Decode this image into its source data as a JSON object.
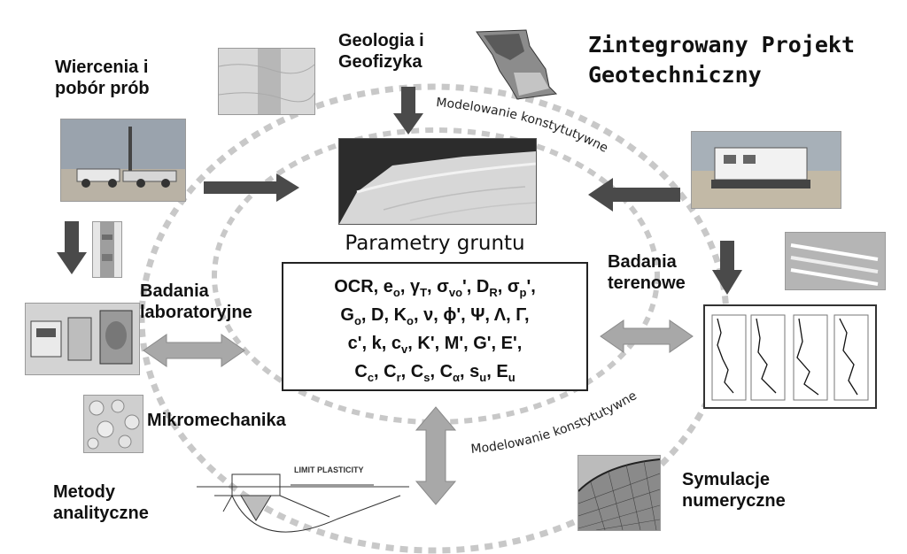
{
  "title": [
    "Zintegrowany Projekt",
    "Geotechniczny"
  ],
  "labels": {
    "drilling": [
      "Wiercenia i",
      "pobór prób"
    ],
    "geology": [
      "Geologia i",
      "Geofizyka"
    ],
    "lab": [
      "Badania",
      "laboratoryjne"
    ],
    "field": [
      "Badania",
      "terenowe"
    ],
    "micromechanics": "Mikromechanika",
    "analytical": [
      "Metody",
      "analityczne"
    ],
    "numerical": [
      "Symulacje",
      "numeryczne"
    ],
    "constitutive_top": "Modelowanie konstytutywne",
    "constitutive_bottom": "Modelowanie konstytutywne",
    "plasticity_limit": "LIMIT PLASTICITY"
  },
  "parameters": {
    "title": "Parametry gruntu",
    "lines": [
      [
        {
          "t": "OCR, e"
        },
        {
          "sub": "o"
        },
        {
          "t": ", γ"
        },
        {
          "sub": "T"
        },
        {
          "t": ", σ"
        },
        {
          "sub": "vo"
        },
        {
          "t": "', D"
        },
        {
          "sub": "R"
        },
        {
          "t": ", σ"
        },
        {
          "sub": "p"
        },
        {
          "t": "',"
        }
      ],
      [
        {
          "t": "G"
        },
        {
          "sub": "o"
        },
        {
          "t": ", D, K"
        },
        {
          "sub": "o"
        },
        {
          "t": ", ν, ϕ', Ψ, Λ, Γ,"
        }
      ],
      [
        {
          "t": "c', k, c"
        },
        {
          "sub": "v"
        },
        {
          "t": ", K', M', G', E',"
        }
      ],
      [
        {
          "t": "C"
        },
        {
          "sub": "c"
        },
        {
          "t": ", C"
        },
        {
          "sub": "r"
        },
        {
          "t": ", C"
        },
        {
          "sub": "s"
        },
        {
          "t": ", C"
        },
        {
          "sub": "α"
        },
        {
          "t": ", s"
        },
        {
          "sub": "u"
        },
        {
          "t": ", E"
        },
        {
          "sub": "u"
        }
      ]
    ]
  },
  "colors": {
    "arrow_dark": "#4a4a4a",
    "arrow_light": "#a8a8a8",
    "dash_loop": "#c8c8c8"
  },
  "icons": {
    "drill_photo": "drill-rig-photo",
    "core_sample": "soil-core-photo",
    "geology_sample": "rock-texture-photo",
    "map": "state-map-icon",
    "main_photo": "slope-landscape-photo",
    "truck_photo": "cpt-truck-photo",
    "probes_photo": "probes-photo",
    "lab_photo": "lab-apparatus-photo",
    "field_chart": "cpt-log-chart",
    "micro_photo": "grains-micrograph",
    "analytical_drawing": "bearing-capacity-diagram",
    "mesh": "fem-mesh-icon"
  }
}
